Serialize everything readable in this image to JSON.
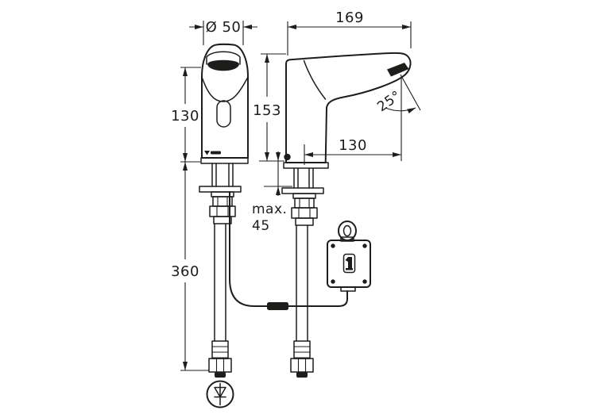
{
  "page": {
    "background": "#ffffff",
    "line_color": "#1d1d1b",
    "description": "Technical dimension drawing of an electronic sensor washbasin faucet with control box"
  },
  "dimensions": {
    "top_diameter": "Ø 50",
    "front_height": "130",
    "hose_length": "360",
    "spout_length": "169",
    "side_height": "153",
    "spout_reach": "130",
    "spray_angle": "25°",
    "deck_thickness_prefix": "max.",
    "deck_thickness_value": "45"
  }
}
